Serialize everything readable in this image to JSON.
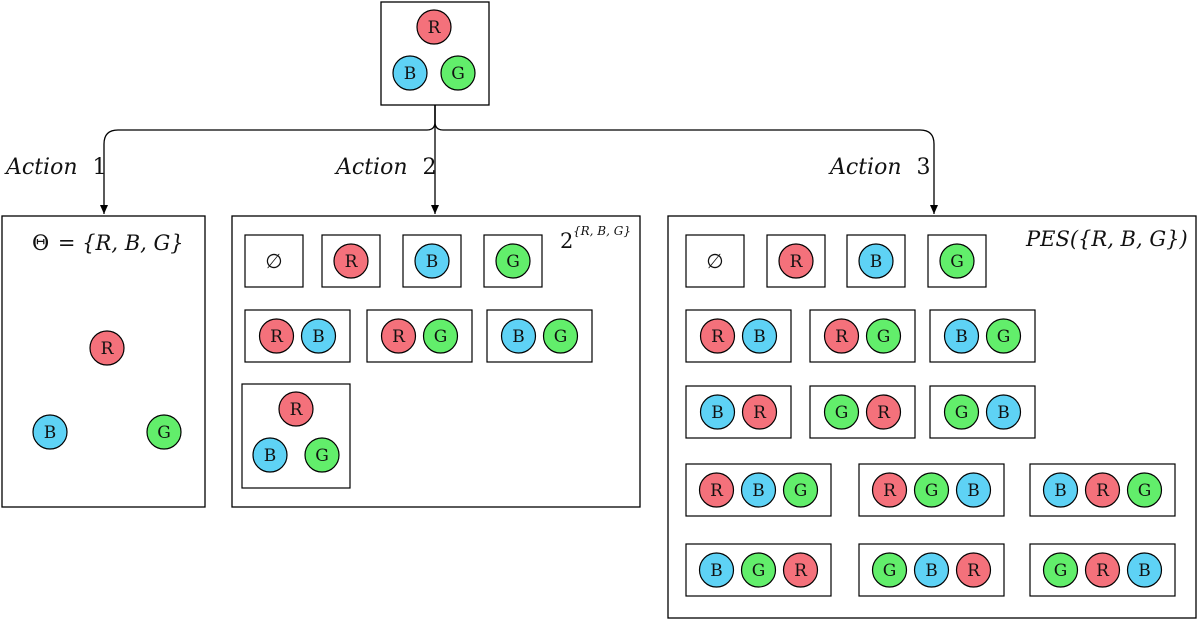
{
  "colors": {
    "R": "#f4717b",
    "B": "#5ed2f5",
    "G": "#62ee6b",
    "stroke": "#000000"
  },
  "root": {
    "elements": [
      "R",
      "B",
      "G"
    ]
  },
  "actions": [
    {
      "word": "Action",
      "number": "1"
    },
    {
      "word": "Action",
      "number": "2"
    },
    {
      "word": "Action",
      "number": "3"
    }
  ],
  "theta": {
    "title_prefix": "Θ",
    "title_set": "= {R, B, G}",
    "elements": [
      "R",
      "B",
      "G"
    ]
  },
  "powerset": {
    "title_base": "2",
    "title_sup": "{R, B, G}",
    "empty_symbol": "∅",
    "rows": [
      [
        [],
        [
          "R"
        ],
        [
          "B"
        ],
        [
          "G"
        ]
      ],
      [
        [
          "R",
          "B"
        ],
        [
          "R",
          "G"
        ],
        [
          "B",
          "G"
        ]
      ],
      [
        [
          "R",
          "B",
          "G"
        ]
      ]
    ]
  },
  "pes": {
    "title": "PES({R, B, G})",
    "empty_symbol": "∅",
    "rows": [
      [
        [],
        [
          "R"
        ],
        [
          "B"
        ],
        [
          "G"
        ]
      ],
      [
        [
          "R",
          "B"
        ],
        [
          "R",
          "G"
        ],
        [
          "B",
          "G"
        ]
      ],
      [
        [
          "B",
          "R"
        ],
        [
          "G",
          "R"
        ],
        [
          "G",
          "B"
        ]
      ],
      [
        [
          "R",
          "B",
          "G"
        ],
        [
          "R",
          "G",
          "B"
        ],
        [
          "B",
          "R",
          "G"
        ]
      ],
      [
        [
          "B",
          "G",
          "R"
        ],
        [
          "G",
          "B",
          "R"
        ],
        [
          "G",
          "R",
          "B"
        ]
      ]
    ]
  }
}
